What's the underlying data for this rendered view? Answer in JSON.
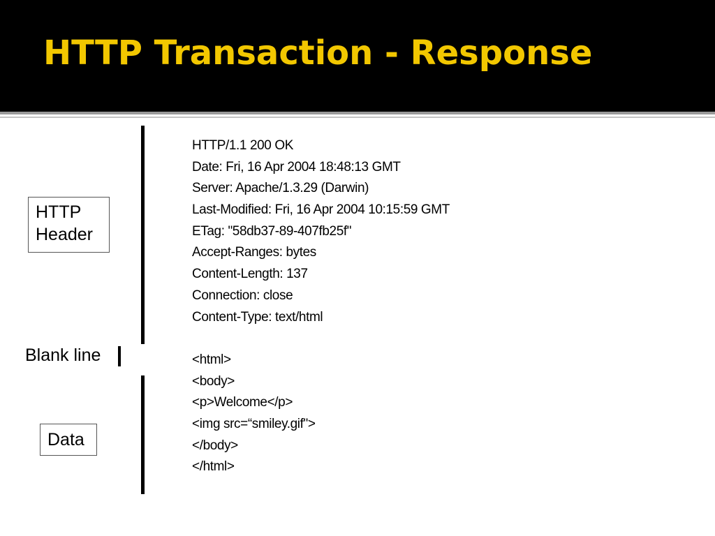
{
  "slide": {
    "title": "HTTP Transaction - Response"
  },
  "labels": {
    "header_line1": "HTTP",
    "header_line2": "Header",
    "blank_line": "Blank line",
    "data": "Data"
  },
  "response_lines": [
    "HTTP/1.1 200 OK",
    "Date: Fri, 16 Apr 2004 18:48:13 GMT",
    "Server: Apache/1.3.29 (Darwin)",
    "Last-Modified: Fri, 16 Apr 2004 10:15:59 GMT",
    "ETag: \"58db37-89-407fb25f\"",
    "Accept-Ranges: bytes",
    "Content-Length: 137",
    "Connection: close",
    "Content-Type: text/html",
    "",
    "<html>",
    "<body>",
    "<p>Welcome</p>",
    "<img src=“smiley.gif\">",
    "</body>",
    "</html>"
  ],
  "colors": {
    "title_band": "#000000",
    "title_text": "#f2c700",
    "background": "#ffffff"
  }
}
